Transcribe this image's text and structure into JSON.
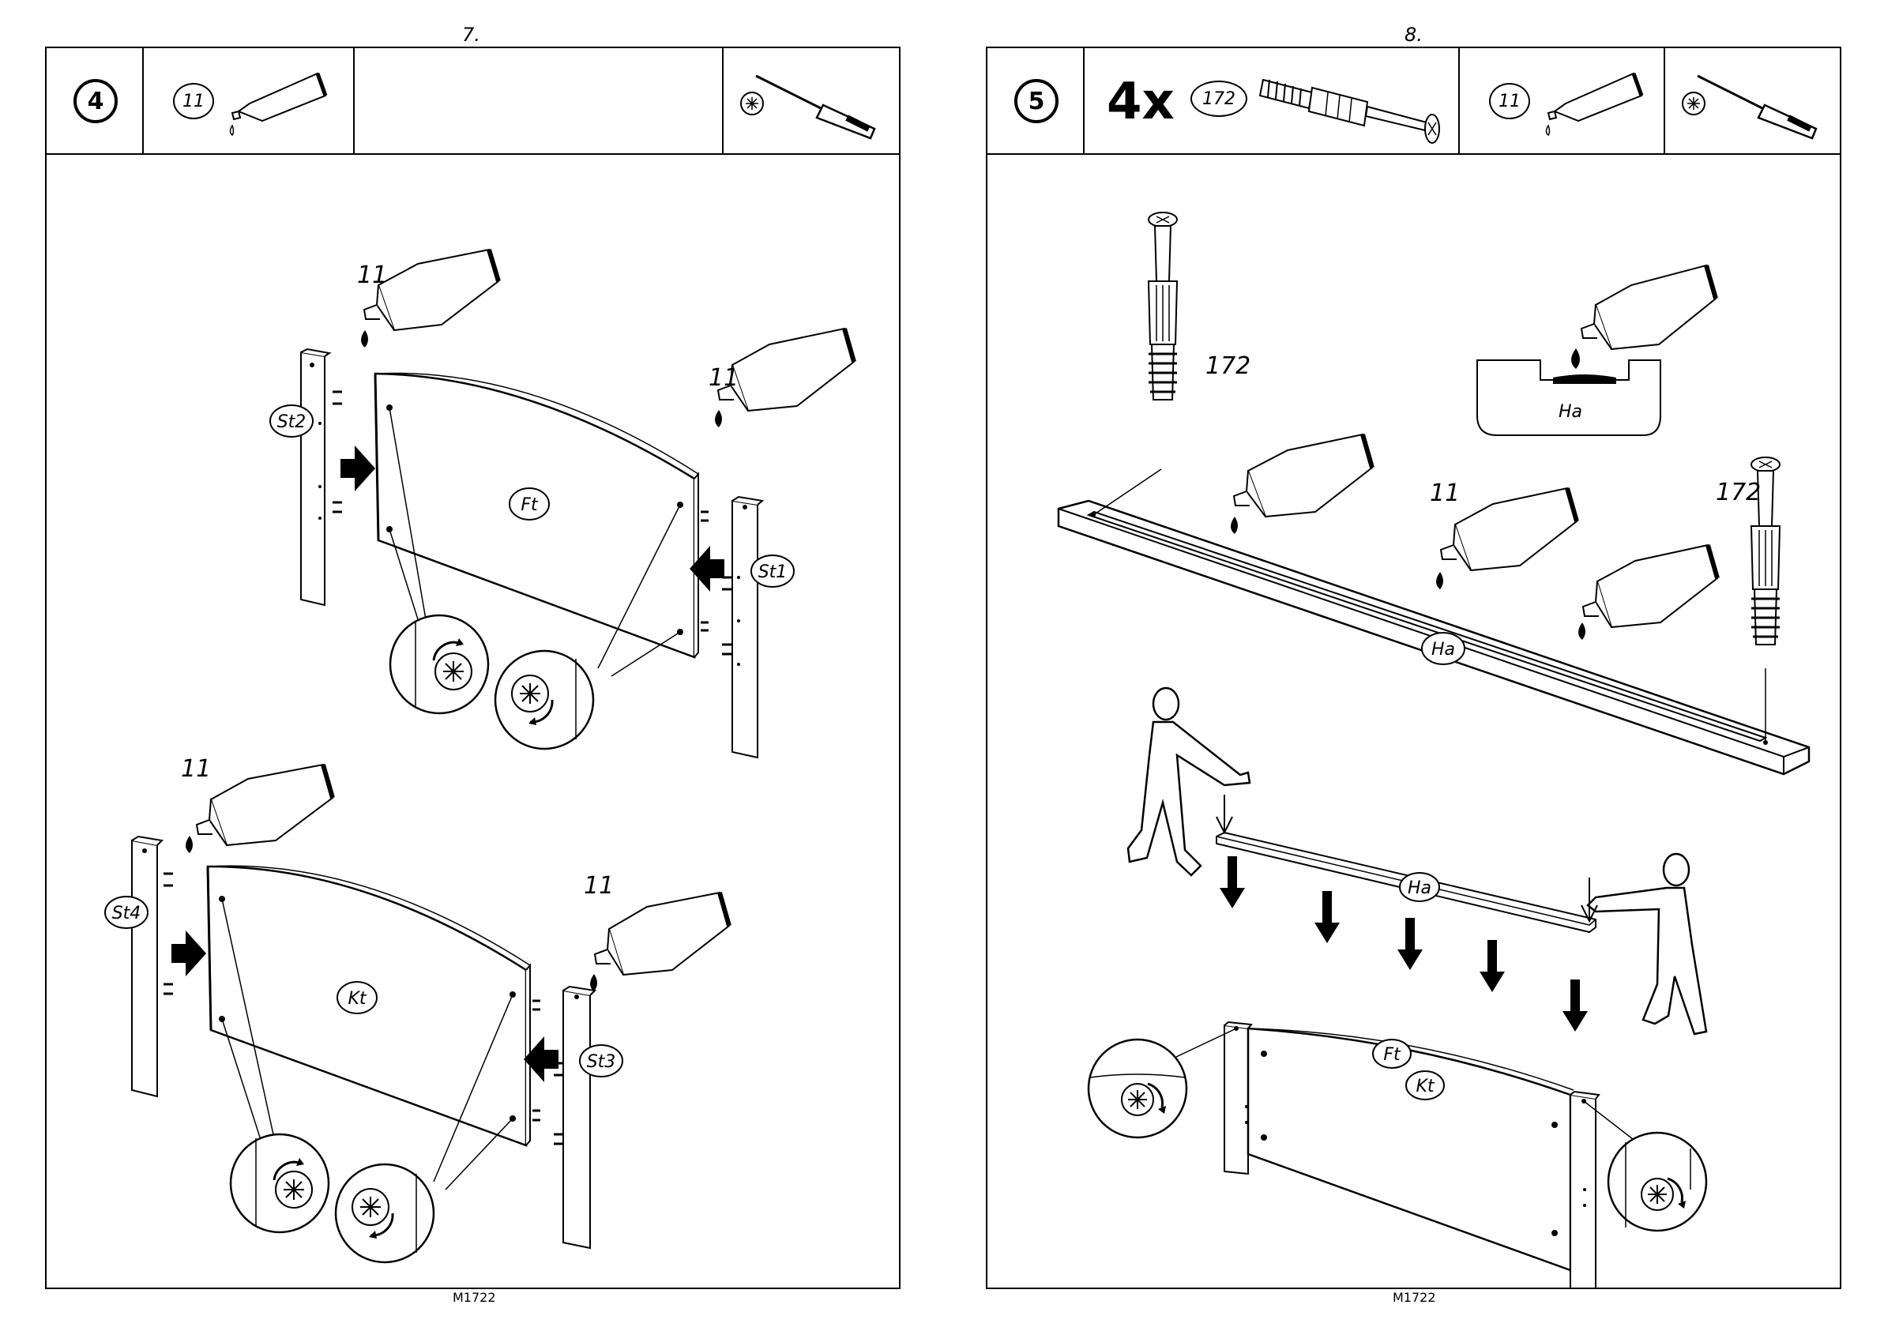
{
  "left_page": {
    "page_number": "7.",
    "step_number": "4",
    "header_part": "11",
    "footer": "M1722",
    "labels": {
      "glue_1": "11",
      "glue_2": "11",
      "glue_3": "11",
      "glue_4": "11",
      "st2": "St2",
      "st1": "St1",
      "ft": "Ft",
      "st4": "St4",
      "st3": "St3",
      "kt": "Kt"
    }
  },
  "right_page": {
    "page_number": "8.",
    "step_number": "5",
    "quantity": "4x",
    "header_part": "172",
    "header_glue_part": "11",
    "footer": "M1722",
    "labels": {
      "screw_left": "172",
      "screw_right": "172",
      "glue": "11",
      "ha_inset": "Ha",
      "ha_rail": "Ha",
      "ha_lifted": "Ha",
      "ft": "Ft",
      "kt": "Kt"
    }
  },
  "icons": [
    "glue-tube-icon",
    "screwdriver-icon",
    "cam-bolt-icon",
    "person-icon",
    "down-arrow-icon",
    "rotate-cam-icon"
  ]
}
